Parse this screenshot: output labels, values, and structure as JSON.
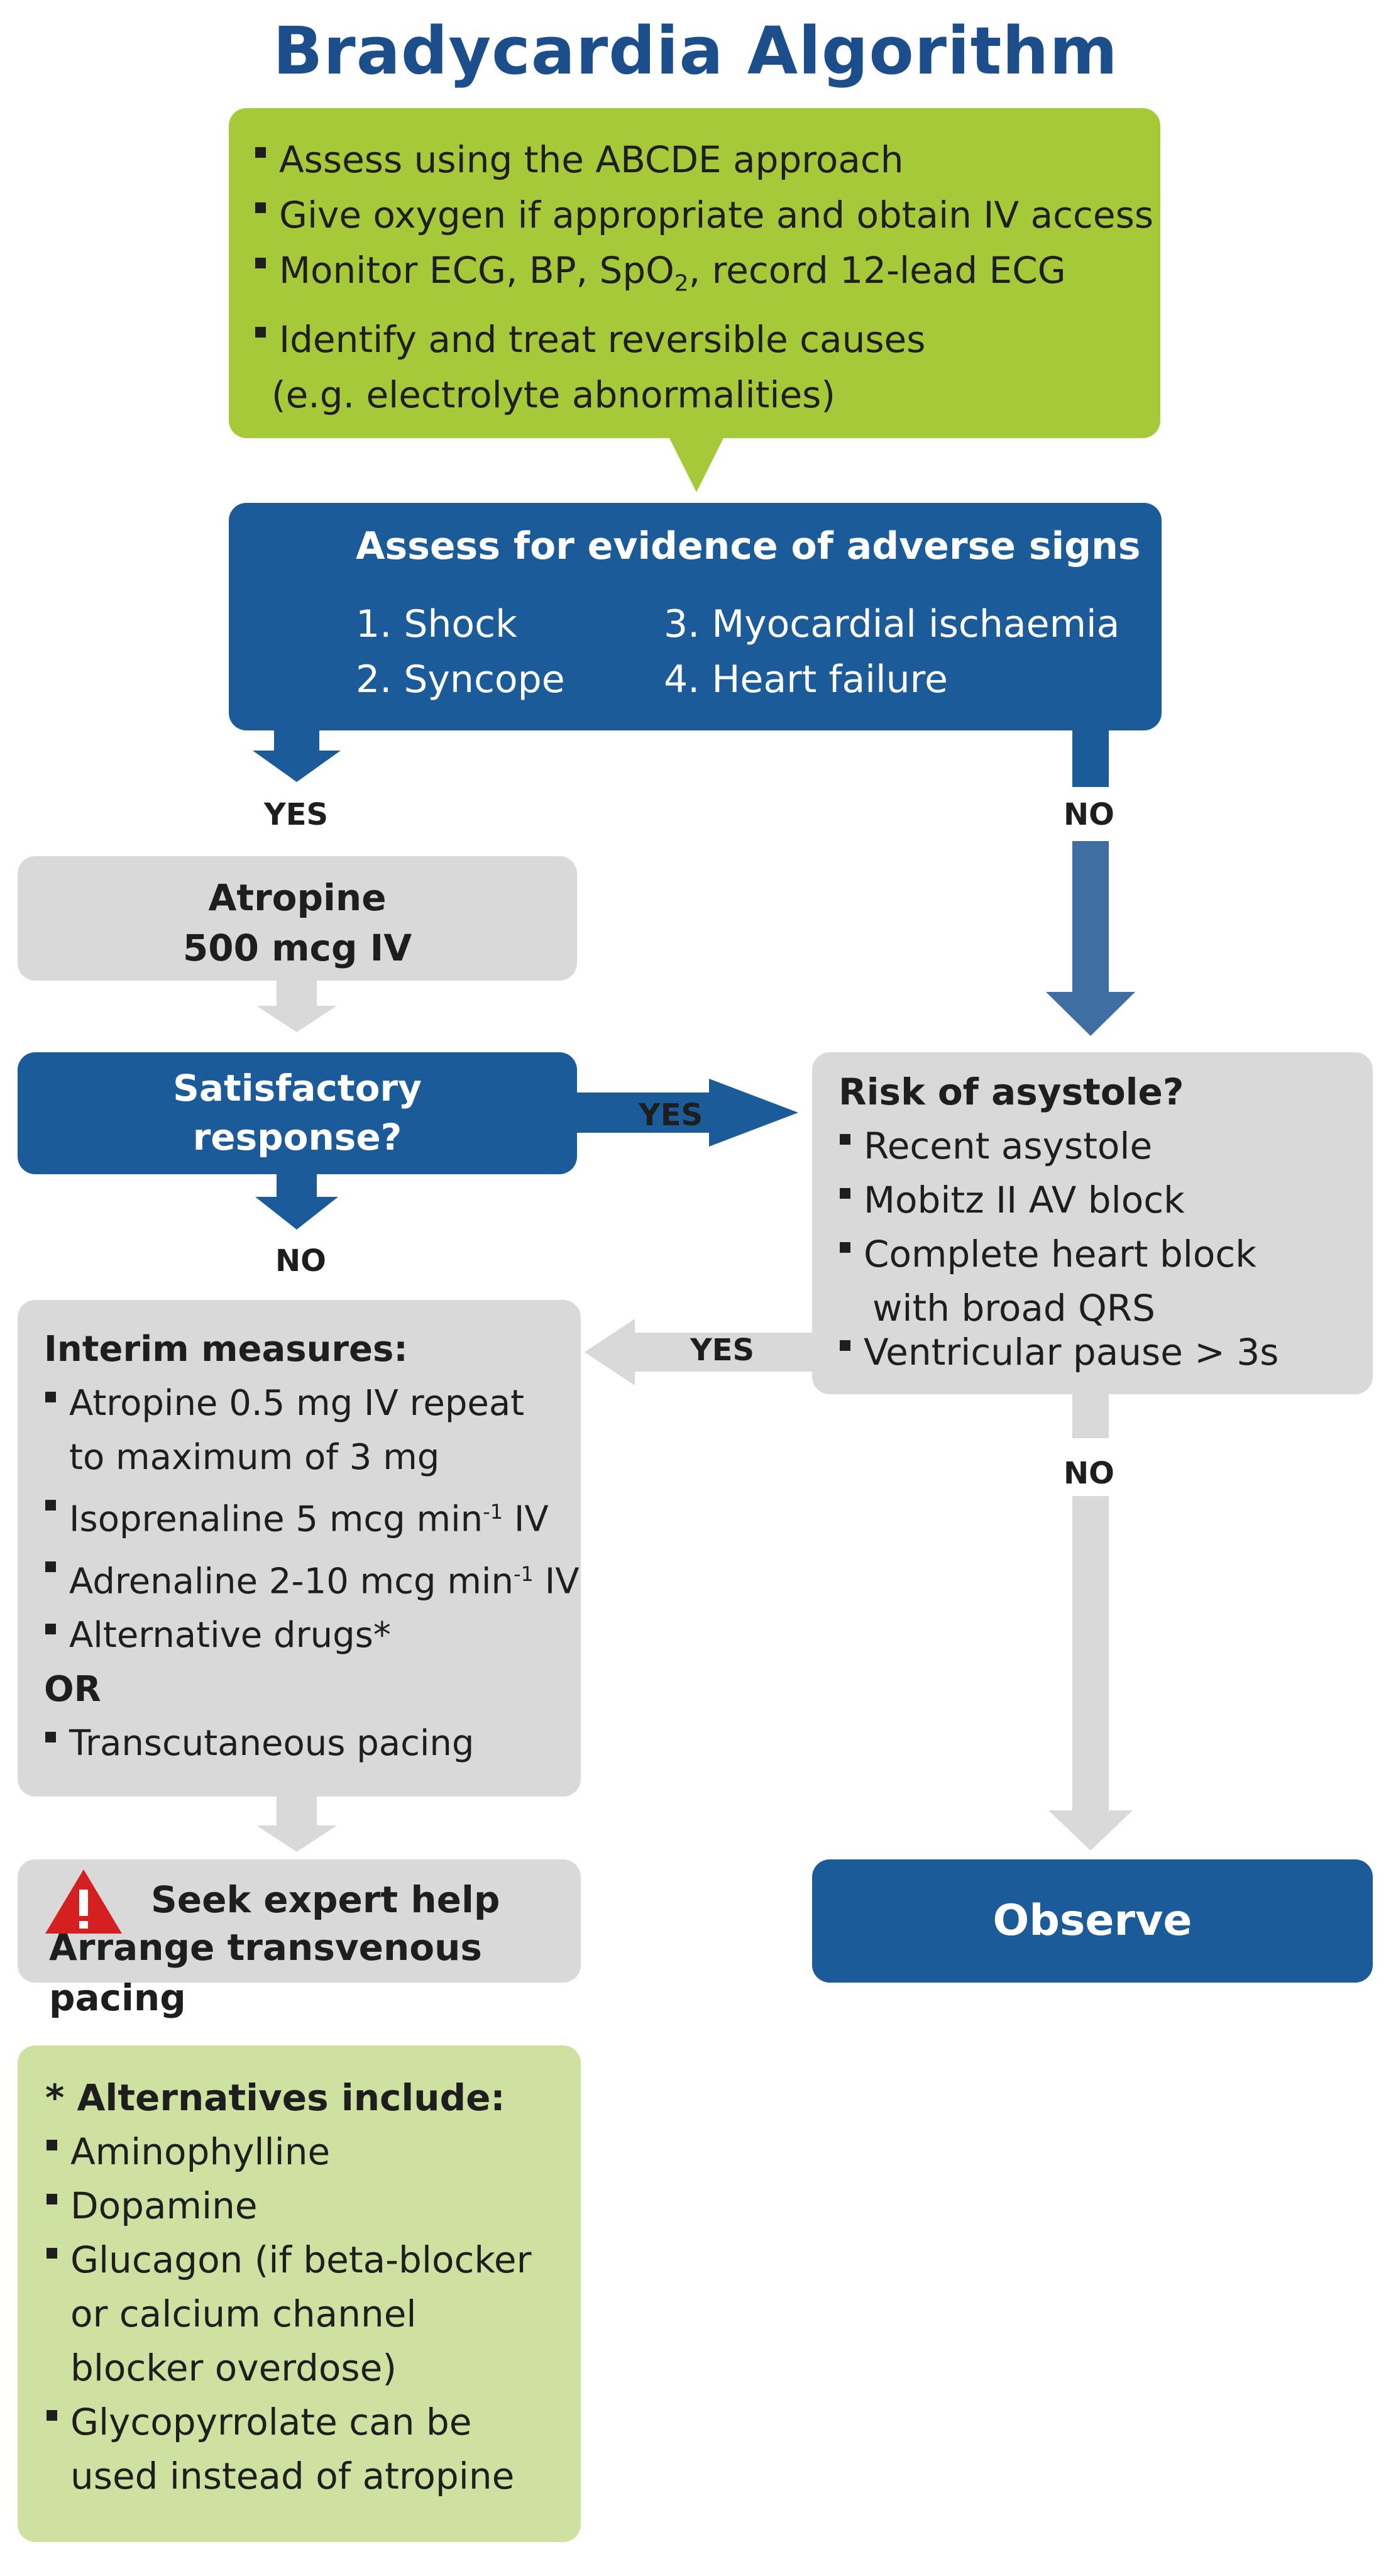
{
  "title": "Bradycardia Algorithm",
  "initial": {
    "items": [
      "Assess using the ABCDE approach",
      "Give oxygen if appropriate and obtain IV access",
      "Monitor ECG, BP, SpO",
      "Identify and treat reversible causes",
      "(e.g. electrolyte abnormalities)"
    ],
    "spo2_sub": "2",
    "spo2_tail": ", record 12-lead ECG"
  },
  "adverse": {
    "heading": "Assess for evidence of adverse signs",
    "signs": [
      "1. Shock",
      "2. Syncope",
      "3. Myocardial ischaemia",
      "4. Heart failure"
    ]
  },
  "labels": {
    "yes": "YES",
    "no": "NO"
  },
  "atropine": {
    "line1": "Atropine",
    "line2": "500 mcg IV"
  },
  "satisfactory": {
    "line1": "Satisfactory",
    "line2": "response?"
  },
  "risk": {
    "heading": "Risk of asystole?",
    "items": [
      "Recent asystole",
      "Mobitz II AV block",
      "Complete heart block",
      "Ventricular pause > 3s"
    ],
    "continuation": "with broad QRS"
  },
  "interim": {
    "heading": "Interim measures:",
    "atropine_repeat": "Atropine 0.5 mg IV repeat",
    "atropine_repeat_cont": "to maximum of 3 mg",
    "isoprenaline": "Isoprenaline 5 mcg min",
    "adrenaline": "Adrenaline 2-10 mcg min",
    "superscript": "-1",
    "iv": " IV",
    "alternative": "Alternative drugs*",
    "or": "OR",
    "pacing": "Transcutaneous pacing"
  },
  "expert": {
    "line1": "Seek expert help",
    "line2": "Arrange transvenous pacing"
  },
  "observe": "Observe",
  "alternatives": {
    "heading": "* Alternatives include:",
    "items": [
      "Aminophylline",
      "Dopamine",
      "Glucagon (if beta-blocker or calcium channel blocker overdose)",
      "Glycopyrrolate can be used instead of atropine"
    ]
  },
  "colors": {
    "dark_blue": "#1c5b99",
    "green": "#a6c93a",
    "light_green": "#cfe1a0",
    "grey": "#d9d9d9",
    "warning_red": "#d42020"
  }
}
